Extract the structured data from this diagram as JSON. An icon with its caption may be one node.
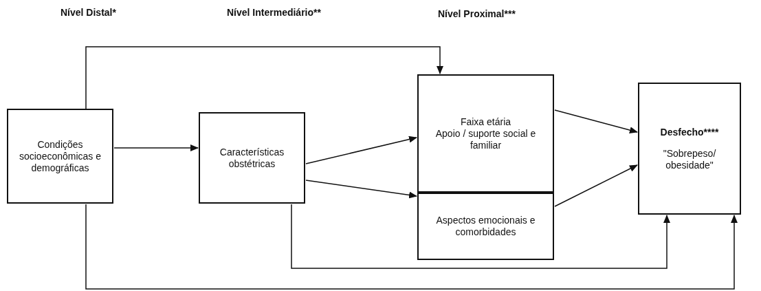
{
  "diagram": {
    "nodes": [
      {
        "text": [
          "Condições socioeconômicas e demográficas"
        ]
      },
      {
        "text": [
          "Características obstétricas"
        ]
      },
      {
        "text": [
          "Faixa etária",
          "Apoio / suporte social e familiar"
        ]
      },
      {
        "text": [
          "Aspectos emocionais e comorbidades"
        ]
      },
      {
        "text": [
          "Desfecho****",
          "\"Sobrepeso/ obesidade\""
        ]
      }
    ],
    "edges": [
      {
        "from": 0,
        "to": 2,
        "arrow": "to"
      },
      {
        "from": 0,
        "to": 1,
        "arrow": "to"
      },
      {
        "from": 1,
        "to": 2,
        "arrow": "to"
      },
      {
        "from": 1,
        "to": 3,
        "arrow": "to"
      },
      {
        "from": 2,
        "to": 4,
        "arrow": "to"
      },
      {
        "from": 3,
        "to": 4,
        "arrow": "to"
      },
      {
        "from": 1,
        "to": 4,
        "arrow": "to"
      },
      {
        "from": 0,
        "to": 4,
        "arrow": "to"
      }
    ],
    "labels": [
      "Nível Distal*",
      "Nível Intermediário**",
      "Nível Proximal***"
    ]
  }
}
